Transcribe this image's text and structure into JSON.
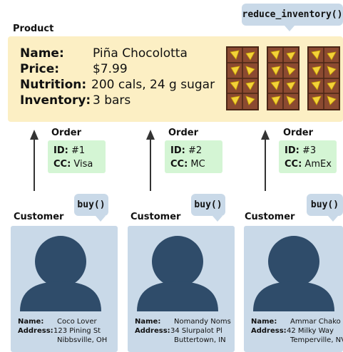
{
  "product": {
    "section_label": "Product",
    "method": "reduce_inventory()",
    "fields": [
      {
        "key": "Name:",
        "value": "Piña Chocolotta"
      },
      {
        "key": "Price:",
        "value": "$7.99"
      },
      {
        "key": "Nutrition:",
        "value": "200 cals, 24 g sugar"
      },
      {
        "key": "Inventory:",
        "value": "3 bars"
      }
    ],
    "bar_count": 3,
    "colors": {
      "box": "#fcefc4",
      "chocolate": "#8b4a31",
      "pineapple": "#f3d23a"
    }
  },
  "orders": [
    {
      "label": "Order",
      "id_key": "ID:",
      "id": "#1",
      "cc_key": "CC:",
      "cc": "Visa"
    },
    {
      "label": "Order",
      "id_key": "ID:",
      "id": "#2",
      "cc_key": "CC:",
      "cc": "MC"
    },
    {
      "label": "Order",
      "id_key": "ID:",
      "id": "#3",
      "cc_key": "CC:",
      "cc": "AmEx"
    }
  ],
  "customers": [
    {
      "label": "Customer",
      "method": "buy()",
      "name_key": "Name:",
      "name": "Coco Lover",
      "address_key": "Address:",
      "address_line1": "123 Pining St",
      "address_line2": "Nibbsville, OH"
    },
    {
      "label": "Customer",
      "method": "buy()",
      "name_key": "Name:",
      "name": "Nomandy Noms",
      "address_key": "Address:",
      "address_line1": "34 Slurpalot Pl",
      "address_line2": "Buttertown, IN"
    },
    {
      "label": "Customer",
      "method": "buy()",
      "name_key": "Name:",
      "name": "Ammar Chako",
      "address_key": "Address:",
      "address_line1": "42 Milky Way",
      "address_line2": "Temperville, NV"
    }
  ],
  "colors": {
    "order_box": "#d4f5d4",
    "customer_card": "#c9d9e8",
    "avatar": "#2f4c6a",
    "arrow": "#333333"
  }
}
